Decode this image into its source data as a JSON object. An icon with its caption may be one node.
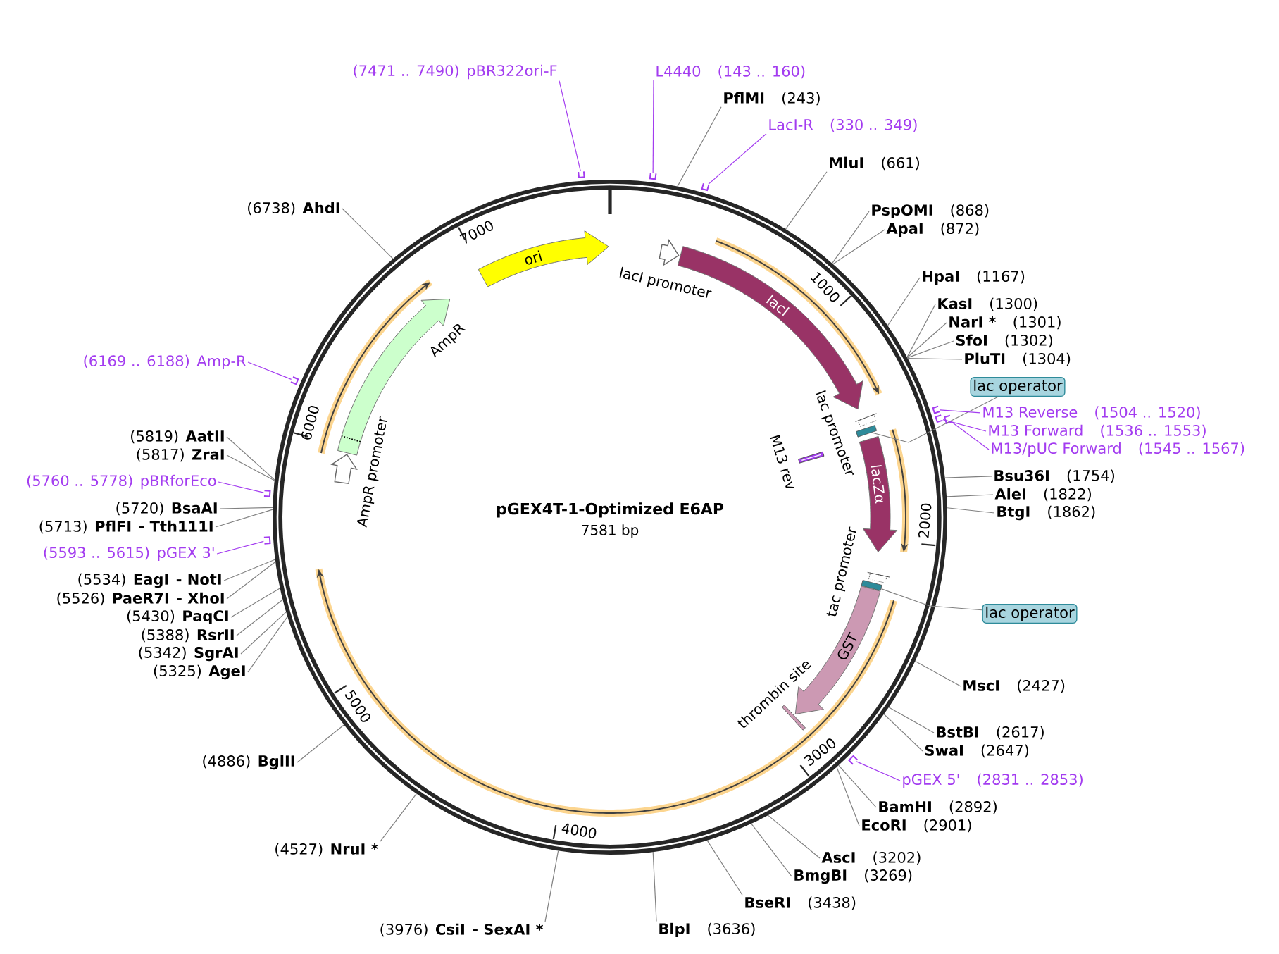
{
  "diagram": {
    "title": "pGEX4T-1-Optimized E6AP",
    "nodes": [
      {
        "text": [
          "L4440",
          "(143 .. 160)"
        ]
      },
      {
        "text": [
          "PflMI",
          "(243)"
        ]
      },
      {
        "text": [
          "LacI-R",
          "(330 .. 349)"
        ]
      },
      {
        "text": [
          "MluI",
          "(661)"
        ]
      },
      {
        "text": [
          "PspOMI",
          "(868)"
        ]
      },
      {
        "text": [
          "ApaI",
          "(872)"
        ]
      },
      {
        "text": [
          "HpaI",
          "(1167)"
        ]
      },
      {
        "text": [
          "KasI",
          "(1300)"
        ]
      },
      {
        "text": [
          "NarI *",
          "(1301)"
        ]
      },
      {
        "text": [
          "SfoI",
          "(1302)"
        ]
      },
      {
        "text": [
          "PluTI",
          "(1304)"
        ]
      },
      {
        "text": [
          "lac operator"
        ]
      },
      {
        "text": [
          "M13 Reverse",
          "(1504 .. 1520)"
        ]
      },
      {
        "text": [
          "M13 Forward",
          "(1536 .. 1553)"
        ]
      },
      {
        "text": [
          "M13/pUC Forward",
          "(1545 .. 1567)"
        ]
      },
      {
        "text": [
          "Bsu36I",
          "(1754)"
        ]
      },
      {
        "text": [
          "AleI",
          "(1822)"
        ]
      },
      {
        "text": [
          "BtgI",
          "(1862)"
        ]
      },
      {
        "text": [
          "lac operator"
        ]
      },
      {
        "text": [
          "MscI",
          "(2427)"
        ]
      },
      {
        "text": [
          "BstBI",
          "(2617)"
        ]
      },
      {
        "text": [
          "SwaI",
          "(2647)"
        ]
      },
      {
        "text": [
          "pGEX 5'",
          "(2831 .. 2853)"
        ]
      },
      {
        "text": [
          "BamHI",
          "(2892)"
        ]
      },
      {
        "text": [
          "EcoRI",
          "(2901)"
        ]
      },
      {
        "text": [
          "AscI",
          "(3202)"
        ]
      },
      {
        "text": [
          "BmgBI",
          "(3269)"
        ]
      },
      {
        "text": [
          "BseRI",
          "(3438)"
        ]
      },
      {
        "text": [
          "BlpI",
          "(3636)"
        ]
      },
      {
        "text": [
          "(3976)",
          "CsiI",
          "- SexAI *"
        ]
      },
      {
        "text": [
          "(4527)",
          "NruI *"
        ]
      },
      {
        "text": [
          "(4886)",
          "BglII"
        ]
      },
      {
        "text": [
          "(5325)",
          "AgeI"
        ]
      },
      {
        "text": [
          "(5342)",
          "SgrAI"
        ]
      },
      {
        "text": [
          "(5388)",
          "RsrII"
        ]
      },
      {
        "text": [
          "(5430)",
          "PaqCI"
        ]
      },
      {
        "text": [
          "(5526)",
          "PaeR7I",
          "- XhoI"
        ]
      },
      {
        "text": [
          "(5534)",
          "EagI",
          "- NotI"
        ]
      },
      {
        "text": [
          "(5593 .. 5615)",
          "pGEX 3'"
        ]
      },
      {
        "text": [
          "(5713)",
          "PflFI",
          "- Tth111I"
        ]
      },
      {
        "text": [
          "(5720)",
          "BsaAI"
        ]
      },
      {
        "text": [
          "(5760 .. 5778)",
          "pBRforEco"
        ]
      },
      {
        "text": [
          "(5817)",
          "ZraI"
        ]
      },
      {
        "text": [
          "(5819)",
          "AatII"
        ]
      },
      {
        "text": [
          "(6169 .. 6188)",
          "Amp-R"
        ]
      },
      {
        "text": [
          "(6738)",
          "AhdI"
        ]
      },
      {
        "text": [
          "(7471 .. 7490)",
          "pBR322ori-F"
        ]
      },
      {
        "text": [
          "ori"
        ],
        "in": 70
      },
      {
        "text": [
          "lacI promoter"
        ],
        "in": 70
      },
      {
        "text": [
          "lacI"
        ],
        "in": 70
      },
      {
        "text": [
          "lac promoter"
        ],
        "in": 70
      },
      {
        "text": [],
        "shape": "box",
        "in": 70
      },
      {
        "text": [
          "M13 rev"
        ],
        "in": 70
      },
      {
        "text": [
          "lacZα"
        ],
        "in": 70
      },
      {
        "text": [
          "tac promoter"
        ],
        "in": 70
      },
      {
        "text": [],
        "shape": "box",
        "in": 70
      },
      {
        "text": [
          "GST"
        ],
        "in": 70
      },
      {
        "text": [
          "thrombin site"
        ],
        "in": 70
      },
      {
        "text": [
          "AmpR promoter"
        ],
        "in": 70
      },
      {
        "text": [
          "AmpR"
        ],
        "in": 70
      },
      {
        "text": [],
        "shape": "bar"
      },
      {
        "text": [],
        "shape": "bar"
      },
      {
        "text": [],
        "shape": "bar"
      },
      {
        "text": [],
        "shape": "bar"
      },
      {
        "text": [],
        "shape": "bar"
      },
      {
        "text": [],
        "shape": "bar"
      },
      {
        "text": [],
        "shape": "bar"
      },
      {
        "text": [],
        "shape": "bar"
      },
      {
        "text": [],
        "shape": "bar"
      },
      {
        "text": [],
        "shape": "bar"
      },
      {
        "text": [],
        "shape": "circle"
      }
    ],
    "edges": [
      {
        "from": 0,
        "to": 60,
        "arrow": "none",
        "color": "#a33cf0"
      },
      {
        "from": 1,
        "to": 70,
        "arrow": "none"
      },
      {
        "from": 2,
        "to": 61,
        "arrow": "none",
        "color": "#a33cf0"
      },
      {
        "from": 3,
        "to": 70,
        "arrow": "none"
      },
      {
        "from": 4,
        "to": 70,
        "arrow": "none"
      },
      {
        "from": 5,
        "to": 70,
        "arrow": "none"
      },
      {
        "from": 6,
        "to": 70,
        "arrow": "none"
      },
      {
        "from": 7,
        "to": 70,
        "arrow": "none"
      },
      {
        "from": 8,
        "to": 70,
        "arrow": "none"
      },
      {
        "from": 9,
        "to": 70,
        "arrow": "none"
      },
      {
        "from": 10,
        "to": 70,
        "arrow": "none"
      },
      {
        "from": 11,
        "to": 51,
        "arrow": "none"
      },
      {
        "from": 12,
        "to": 62,
        "arrow": "none",
        "color": "#a33cf0"
      },
      {
        "from": 13,
        "to": 63,
        "arrow": "none",
        "color": "#a33cf0"
      },
      {
        "from": 14,
        "to": 64,
        "arrow": "none",
        "color": "#a33cf0"
      },
      {
        "from": 15,
        "to": 70,
        "arrow": "none"
      },
      {
        "from": 16,
        "to": 70,
        "arrow": "none"
      },
      {
        "from": 17,
        "to": 70,
        "arrow": "none"
      },
      {
        "from": 18,
        "to": 55,
        "arrow": "none"
      },
      {
        "from": 19,
        "to": 70,
        "arrow": "none"
      },
      {
        "from": 20,
        "to": 70,
        "arrow": "none"
      },
      {
        "from": 21,
        "to": 70,
        "arrow": "none"
      },
      {
        "from": 22,
        "to": 65,
        "arrow": "none",
        "color": "#a33cf0"
      },
      {
        "from": 23,
        "to": 70,
        "arrow": "none"
      },
      {
        "from": 24,
        "to": 70,
        "arrow": "none"
      },
      {
        "from": 25,
        "to": 70,
        "arrow": "none"
      },
      {
        "from": 26,
        "to": 70,
        "arrow": "none"
      },
      {
        "from": 27,
        "to": 70,
        "arrow": "none"
      },
      {
        "from": 28,
        "to": 70,
        "arrow": "none"
      },
      {
        "from": 29,
        "to": 70,
        "arrow": "none"
      },
      {
        "from": 30,
        "to": 70,
        "arrow": "none"
      },
      {
        "from": 31,
        "to": 70,
        "arrow": "none"
      },
      {
        "from": 32,
        "to": 70,
        "arrow": "none"
      },
      {
        "from": 33,
        "to": 70,
        "arrow": "none"
      },
      {
        "from": 34,
        "to": 70,
        "arrow": "none"
      },
      {
        "from": 35,
        "to": 70,
        "arrow": "none"
      },
      {
        "from": 36,
        "to": 70,
        "arrow": "none"
      },
      {
        "from": 37,
        "to": 70,
        "arrow": "none"
      },
      {
        "from": 38,
        "to": 66,
        "arrow": "none",
        "color": "#a33cf0"
      },
      {
        "from": 39,
        "to": 70,
        "arrow": "none"
      },
      {
        "from": 40,
        "to": 70,
        "arrow": "none"
      },
      {
        "from": 41,
        "to": 67,
        "arrow": "none",
        "color": "#a33cf0"
      },
      {
        "from": 42,
        "to": 70,
        "arrow": "none"
      },
      {
        "from": 43,
        "to": 70,
        "arrow": "none"
      },
      {
        "from": 44,
        "to": 68,
        "arrow": "none",
        "color": "#a33cf0"
      },
      {
        "from": 45,
        "to": 70,
        "arrow": "none"
      },
      {
        "from": 46,
        "to": 69,
        "arrow": "none",
        "color": "#a33cf0"
      }
    ],
    "labels": [
      "7581 bp",
      "1000",
      "2000",
      "3000",
      "4000",
      "5000",
      "6000",
      "7000"
    ]
  }
}
